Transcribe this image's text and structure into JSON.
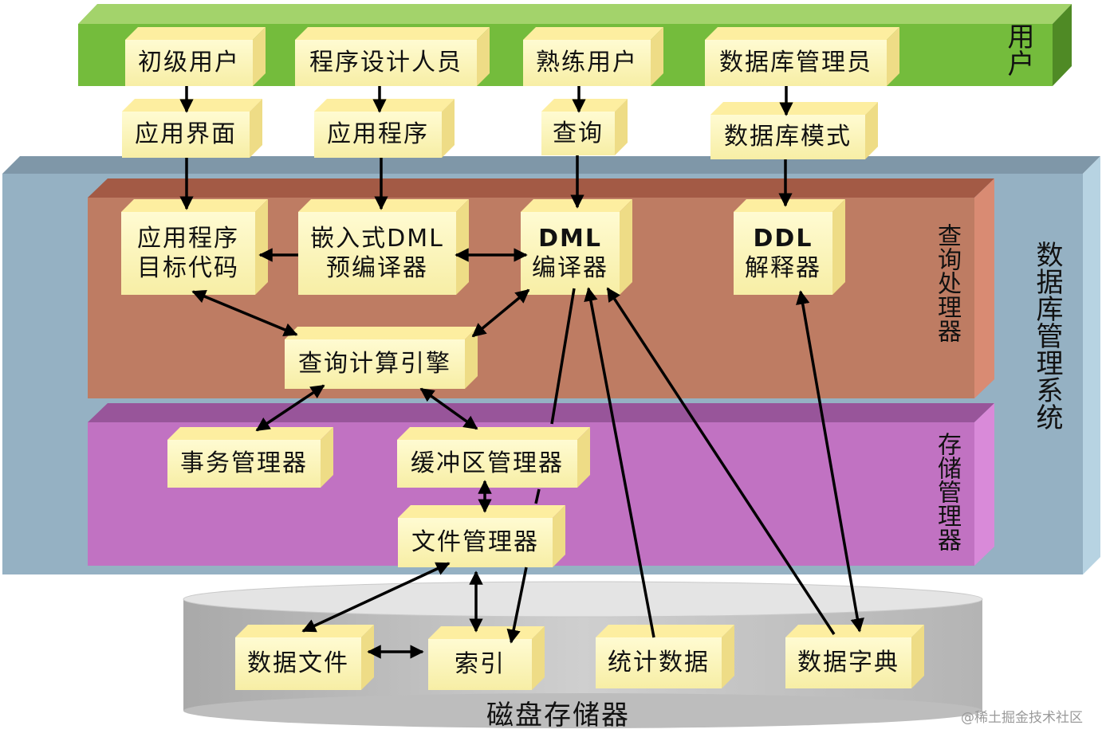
{
  "regions": {
    "user": "用户",
    "dbms": "数据库管理系统",
    "query_processor": "查询处理器",
    "storage_manager": "存储管理器",
    "disk": "磁盘存储器"
  },
  "users": {
    "novice": "初级用户",
    "programmer": "程序设计人员",
    "skilled": "熟练用户",
    "dba": "数据库管理员"
  },
  "interfaces": {
    "app_ui": "应用界面",
    "app_program": "应用程序",
    "query": "查询",
    "db_schema": "数据库模式"
  },
  "query_components": {
    "object_code_1": "应用程序",
    "object_code_2": "目标代码",
    "embedded_dml_1": "嵌入式DML",
    "embedded_dml_2": "预编译器",
    "dml_compiler_1": "DML",
    "dml_compiler_2": "编译器",
    "ddl_interpreter_1": "DDL",
    "ddl_interpreter_2": "解释器",
    "query_engine": "查询计算引擎"
  },
  "storage_components": {
    "transaction_manager": "事务管理器",
    "buffer_manager": "缓冲区管理器",
    "file_manager": "文件管理器"
  },
  "disk_components": {
    "data_files": "数据文件",
    "index": "索引",
    "statistics": "统计数据",
    "data_dictionary": "数据字典"
  },
  "watermark": "@稀土掘金技术社区",
  "colors": {
    "user_band": "#74BC3C",
    "dbms_panel": "#95B1C3",
    "query_panel": "#BE7C63",
    "storage_panel": "#C172C2",
    "disk": "#C8C8C8",
    "box_face": "#FDF6B8"
  }
}
